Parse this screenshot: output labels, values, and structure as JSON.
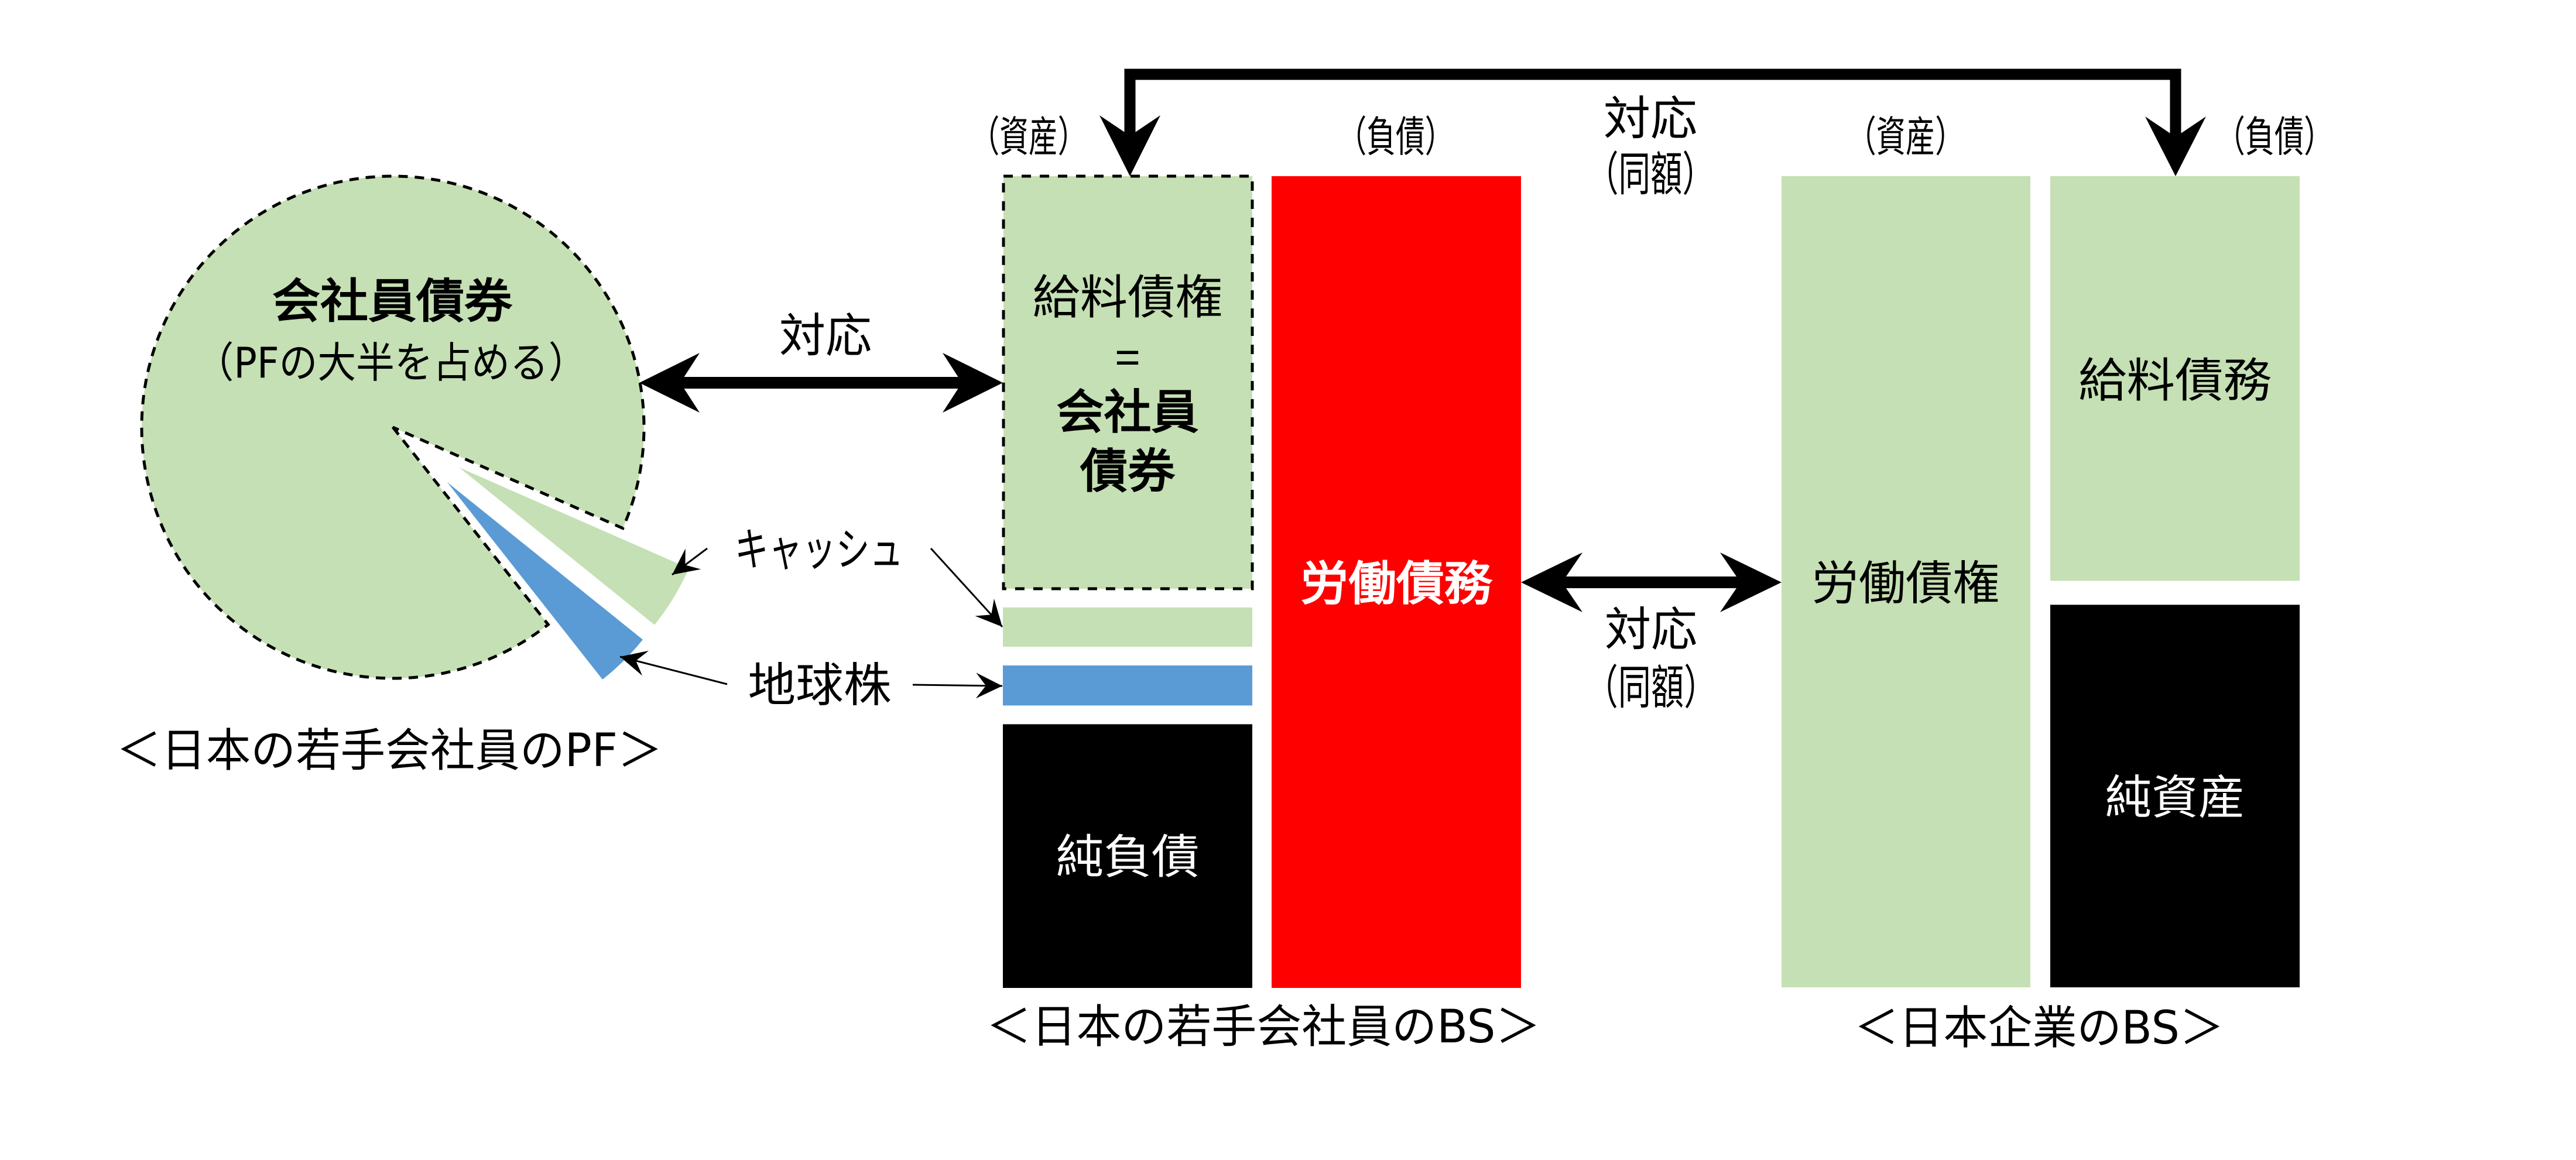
{
  "colors": {
    "light_green": "#C5E0B4",
    "blue": "#5B9BD5",
    "red": "#FF0000",
    "black": "#000000",
    "white": "#FFFFFF"
  },
  "pf": {
    "caption": "＜日本の若手会社員のPF＞",
    "main_label": "会社員債券",
    "main_sublabel": "（PFの大半を占める）"
  },
  "chart_data": {
    "type": "pie",
    "title": "＜日本の若手会社員のPF＞",
    "categories": [
      "会社員債券",
      "キャッシュ",
      "地球株"
    ],
    "values": [
      92.2,
      4.2,
      3.6
    ],
    "value_unit": "approx. % of portfolio (estimated from slice angles)",
    "colors": [
      "#C5E0B4",
      "#C5E0B4",
      "#5B9BD5"
    ],
    "exploded": [
      false,
      true,
      true
    ],
    "outline": [
      "dashed",
      "none",
      "none"
    ],
    "legend": "none"
  },
  "callouts": {
    "cash": "キャッシュ",
    "stocks": "地球株"
  },
  "employee_bs": {
    "caption": "＜日本の若手会社員のBS＞",
    "assets_header": "（資産）",
    "liabilities_header": "（負債）",
    "share_unit": "approx. % of column height",
    "assets": [
      {
        "key": "salary-claim",
        "lines": [
          "給料債権",
          "＝",
          "会社員",
          "債券"
        ],
        "share": 54.6,
        "color": "#C5E0B4",
        "outline": "dashed"
      },
      {
        "key": "cash",
        "callout": "キャッシュ",
        "share": 5.2,
        "color": "#C5E0B4"
      },
      {
        "key": "global-stocks",
        "callout": "地球株",
        "share": 5.3,
        "color": "#5B9BD5"
      },
      {
        "key": "net-debt",
        "label": "純負債",
        "share": 34.9,
        "color": "#000000",
        "text_color": "#FFFFFF"
      }
    ],
    "liabilities": [
      {
        "key": "labor-obligation",
        "label": "労働債務",
        "share": 100,
        "color": "#FF0000",
        "text_color": "#FFFFFF",
        "bold": true
      }
    ]
  },
  "company_bs": {
    "caption": "＜日本企業のBS＞",
    "assets_header": "（資産）",
    "liabilities_header": "（負債）",
    "share_unit": "approx. % of column height",
    "assets": [
      {
        "key": "labor-claim",
        "label": "労働債権",
        "share": 100,
        "color": "#C5E0B4"
      }
    ],
    "liabilities": [
      {
        "key": "salary-debt",
        "label": "給料債務",
        "share": 51.4,
        "color": "#C5E0B4"
      },
      {
        "key": "net-assets",
        "label": "純資産",
        "share": 48.6,
        "color": "#000000",
        "text_color": "#FFFFFF"
      }
    ]
  },
  "links": {
    "pf_to_employee_assets": {
      "label": "対応",
      "type": "double-arrow"
    },
    "employee_assets_to_company_liabilities": {
      "label": "対応",
      "sublabel": "（同額）",
      "type": "bracket-double-arrow"
    },
    "labor_obligation_to_labor_claim": {
      "label": "対応",
      "sublabel": "（同額）",
      "type": "double-arrow"
    }
  }
}
